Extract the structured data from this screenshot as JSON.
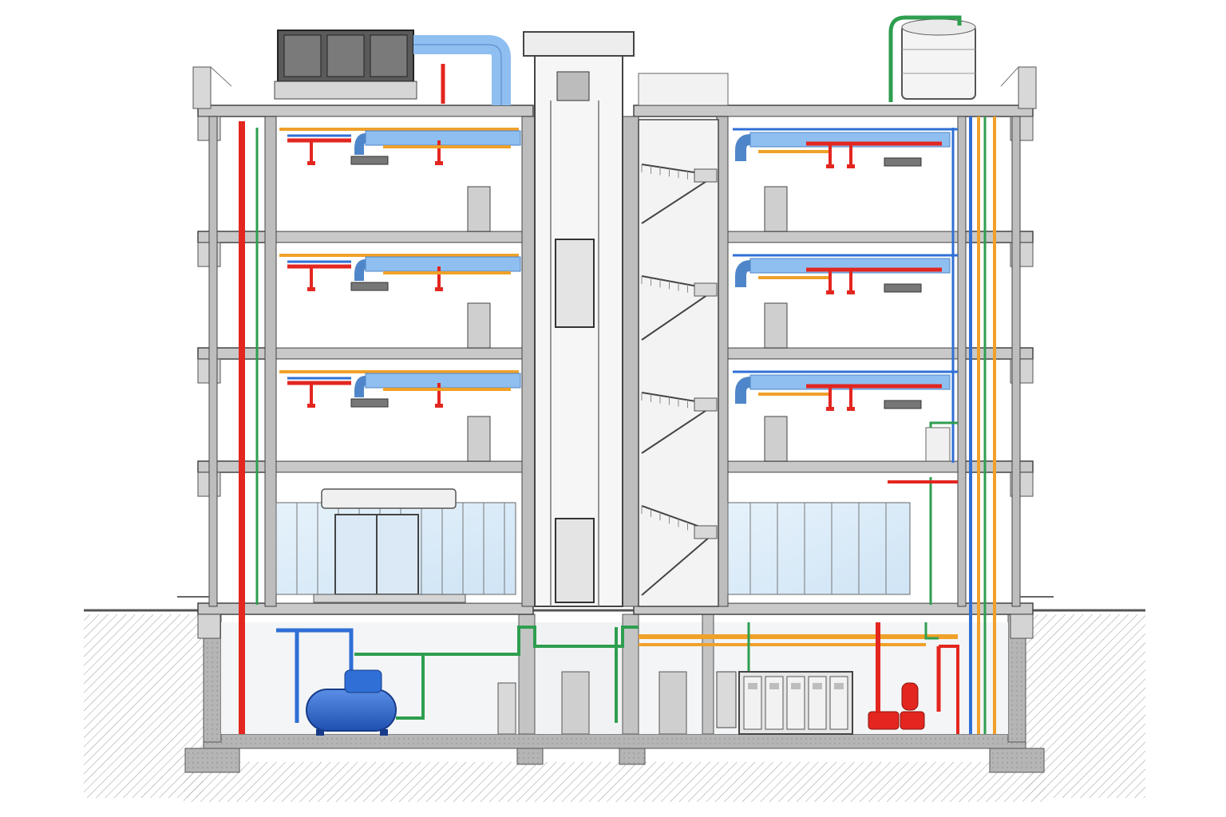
{
  "diagram": {
    "kind": "building-section-mep",
    "systems": [
      {
        "key": "fire-protection",
        "color": "#e3261f"
      },
      {
        "key": "domestic-water",
        "color": "#2e9e4f"
      },
      {
        "key": "hvac-supply",
        "color": "#2f6fd6"
      },
      {
        "key": "hvac-duct",
        "color": "#8fbff0"
      },
      {
        "key": "hvac-return",
        "color": "#f0a12a"
      }
    ],
    "levels": [
      "basement",
      "ground",
      "level-1",
      "level-2",
      "level-3",
      "roof"
    ],
    "equipment": [
      "rooftop-chiller",
      "rooftop-water-tank",
      "elevator",
      "stair",
      "basement-water-tank",
      "electrical-panels",
      "fire-pump-set"
    ]
  }
}
